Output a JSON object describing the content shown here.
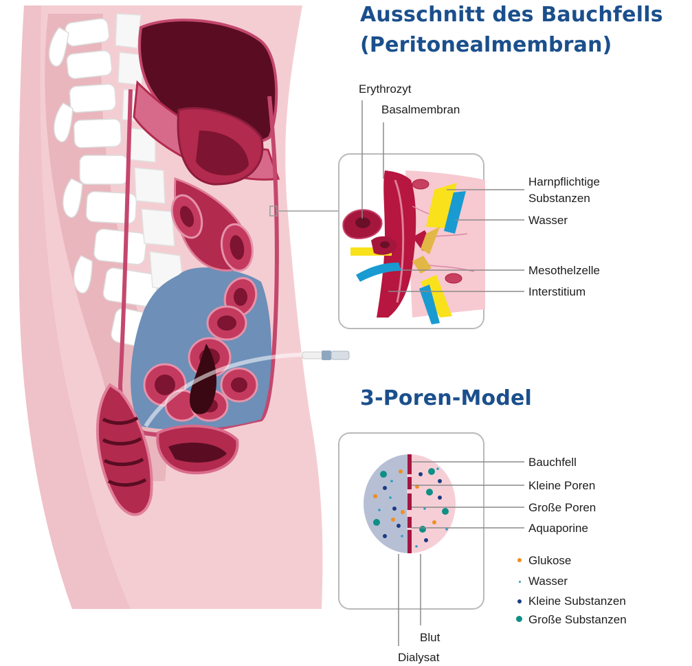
{
  "section1": {
    "title_line1": "Ausschnitt des Bauchfells",
    "title_line2": "(Peritonealmembran)",
    "labels": {
      "erythrozyt": "Erythrozyt",
      "basalmembran": "Basalmembran",
      "harnpflichtige_line1": "Harnpflichtige",
      "harnpflichtige_line2": "Substanzen",
      "wasser": "Wasser",
      "mesothelzelle": "Mesothelzelle",
      "interstitium": "Interstitium"
    }
  },
  "section2": {
    "title": "3-Poren-Model",
    "labels": {
      "bauchfell": "Bauchfell",
      "kleine_poren": "Kleine Poren",
      "grosse_poren": "Große Poren",
      "aquaporine": "Aquaporine",
      "blut": "Blut",
      "dialysat": "Dialysat"
    },
    "legend": [
      {
        "label": "Glukose",
        "color": "#ef8f1f"
      },
      {
        "label": "Wasser",
        "color": "#2a9bc6"
      },
      {
        "label": "Kleine Substanzen",
        "color": "#1b3b82"
      },
      {
        "label": "Große Substanzen",
        "color": "#0f8f86"
      }
    ]
  },
  "colors": {
    "title": "#1b4f8c",
    "body_skin": "#f4cdd2",
    "organ_dark": "#5a0d22",
    "organ_red": "#b22a4e",
    "dialysate_blue": "#6d8fb8",
    "membrane_red": "#a5153f"
  }
}
